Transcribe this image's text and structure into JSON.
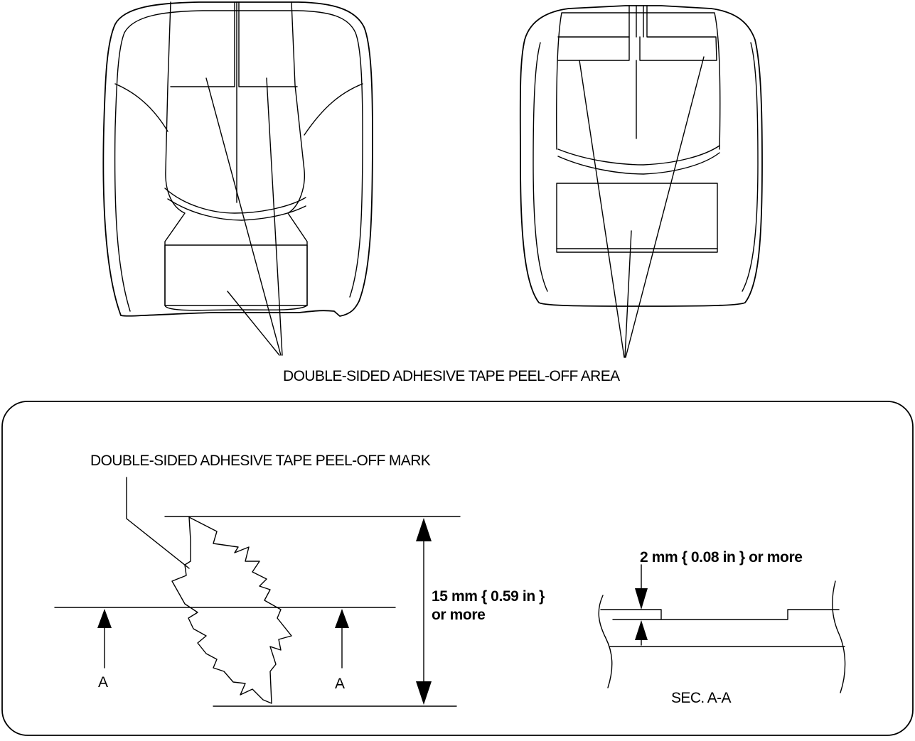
{
  "callout_area": "DOUBLE-SIDED ADHESIVE TAPE PEEL-OFF AREA",
  "callout_mark": "DOUBLE-SIDED ADHESIVE TAPE PEEL-OFF MARK",
  "dimension_height": {
    "line1": "15 mm { 0.59 in }",
    "line2": "or more"
  },
  "dimension_gap": "2 mm { 0.08 in } or more",
  "section_markers": {
    "left": "A",
    "right": "A"
  },
  "section_label": "SEC. A-A"
}
